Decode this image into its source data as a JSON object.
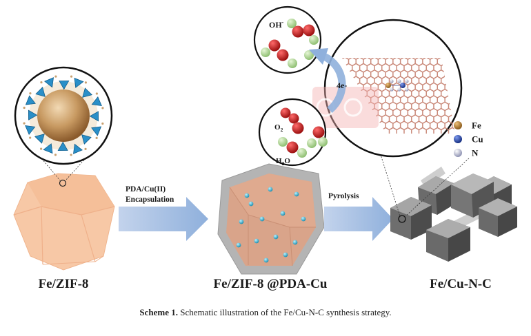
{
  "labels": {
    "fe_zif8": "Fe/ZIF-8",
    "fe_zif8_pda_cu": "Fe/ZIF-8 @PDA-Cu",
    "fe_cu_n_c": "Fe/Cu-N-C"
  },
  "arrow1": {
    "line1": "PDA/Cu(II)",
    "line2": "Encapsulation"
  },
  "arrow2": {
    "label": "Pyrolysis"
  },
  "reaction": {
    "oh": "OH",
    "oh_sup": "-",
    "four_e": "4e-",
    "o2": "O",
    "o2_sub": "2",
    "h2o_h": "H",
    "h2o_sub": "2",
    "h2o_o": "O"
  },
  "legend": [
    {
      "label": "Fe",
      "color": "#b7802f"
    },
    {
      "label": "Cu",
      "color": "#1f3f9e"
    },
    {
      "label": "N",
      "color": "#b9bdd6"
    }
  ],
  "caption": {
    "bold": "Scheme 1.",
    "text": "Schematic illustration of the Fe/Cu-N-C synthesis strategy."
  }
}
